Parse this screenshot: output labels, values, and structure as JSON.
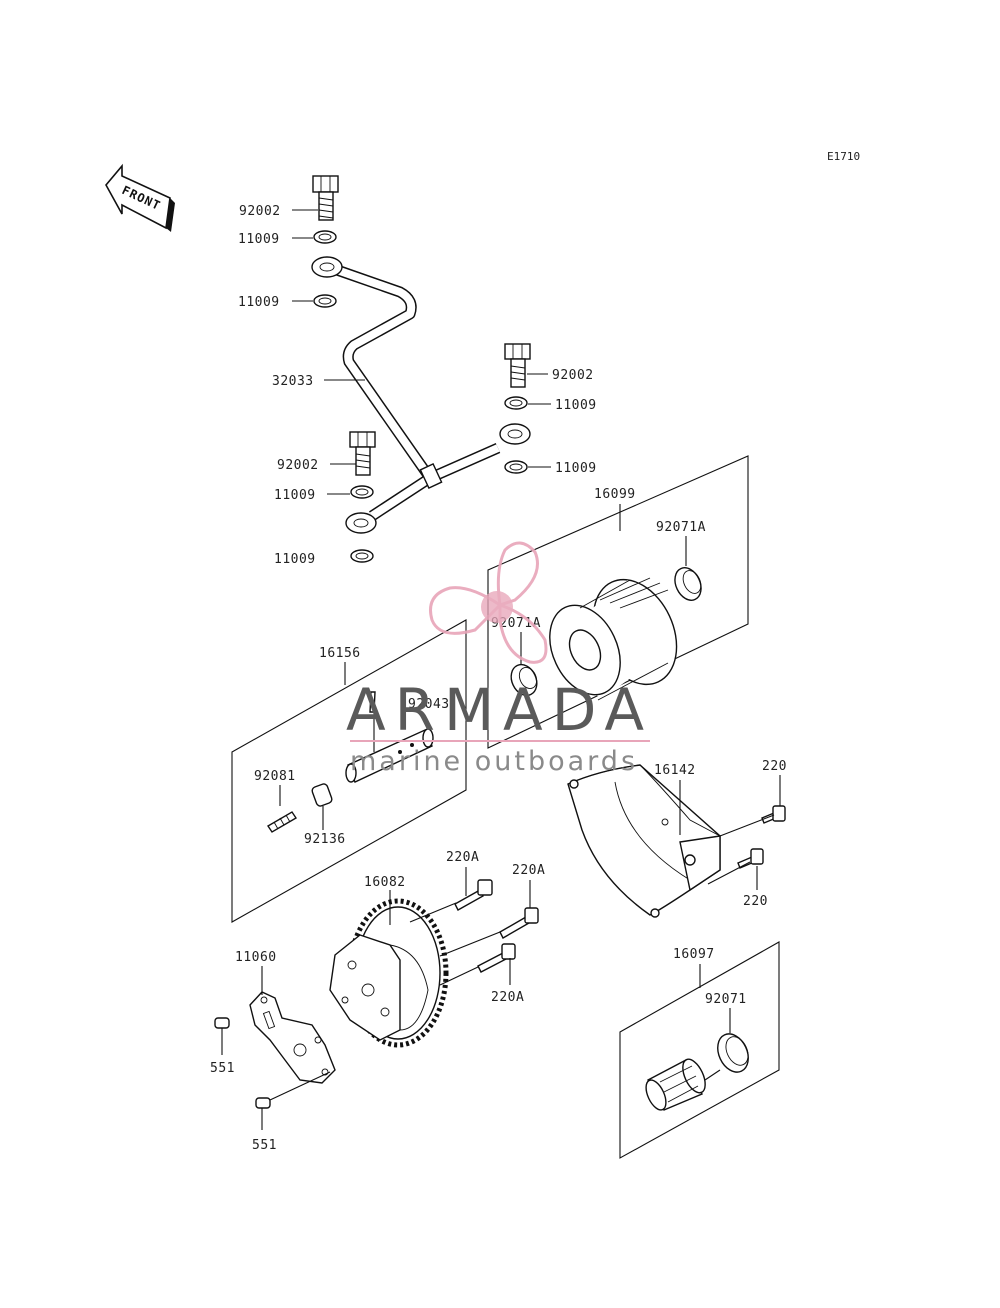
{
  "diagram_code": "E1710",
  "front_arrow_label": "FRONT",
  "watermark": {
    "brand": "ARMADA",
    "tagline": "marine outboards",
    "accent_color": "#e8a5b9"
  },
  "labels": {
    "l92002_top": "92002",
    "l11009_a": "11009",
    "l11009_b": "11009",
    "l32033": "32033",
    "l92002_right": "92002",
    "l11009_c": "11009",
    "l11009_d": "11009",
    "l92002_left": "92002",
    "l11009_e": "11009",
    "l11009_f": "11009",
    "l16099": "16099",
    "l92071A_top": "92071A",
    "l92071A_mid": "92071A",
    "l16156": "16156",
    "l92043": "92043",
    "l92081": "92081",
    "l92136": "92136",
    "l16142": "16142",
    "l220_top": "220",
    "l220_bottom": "220",
    "l220A_top": "220A",
    "l220A_right": "220A",
    "l220A_bottom": "220A",
    "l16082": "16082",
    "l11060": "11060",
    "l551_top": "551",
    "l551_bottom": "551",
    "l16097": "16097",
    "l92071": "92071"
  }
}
